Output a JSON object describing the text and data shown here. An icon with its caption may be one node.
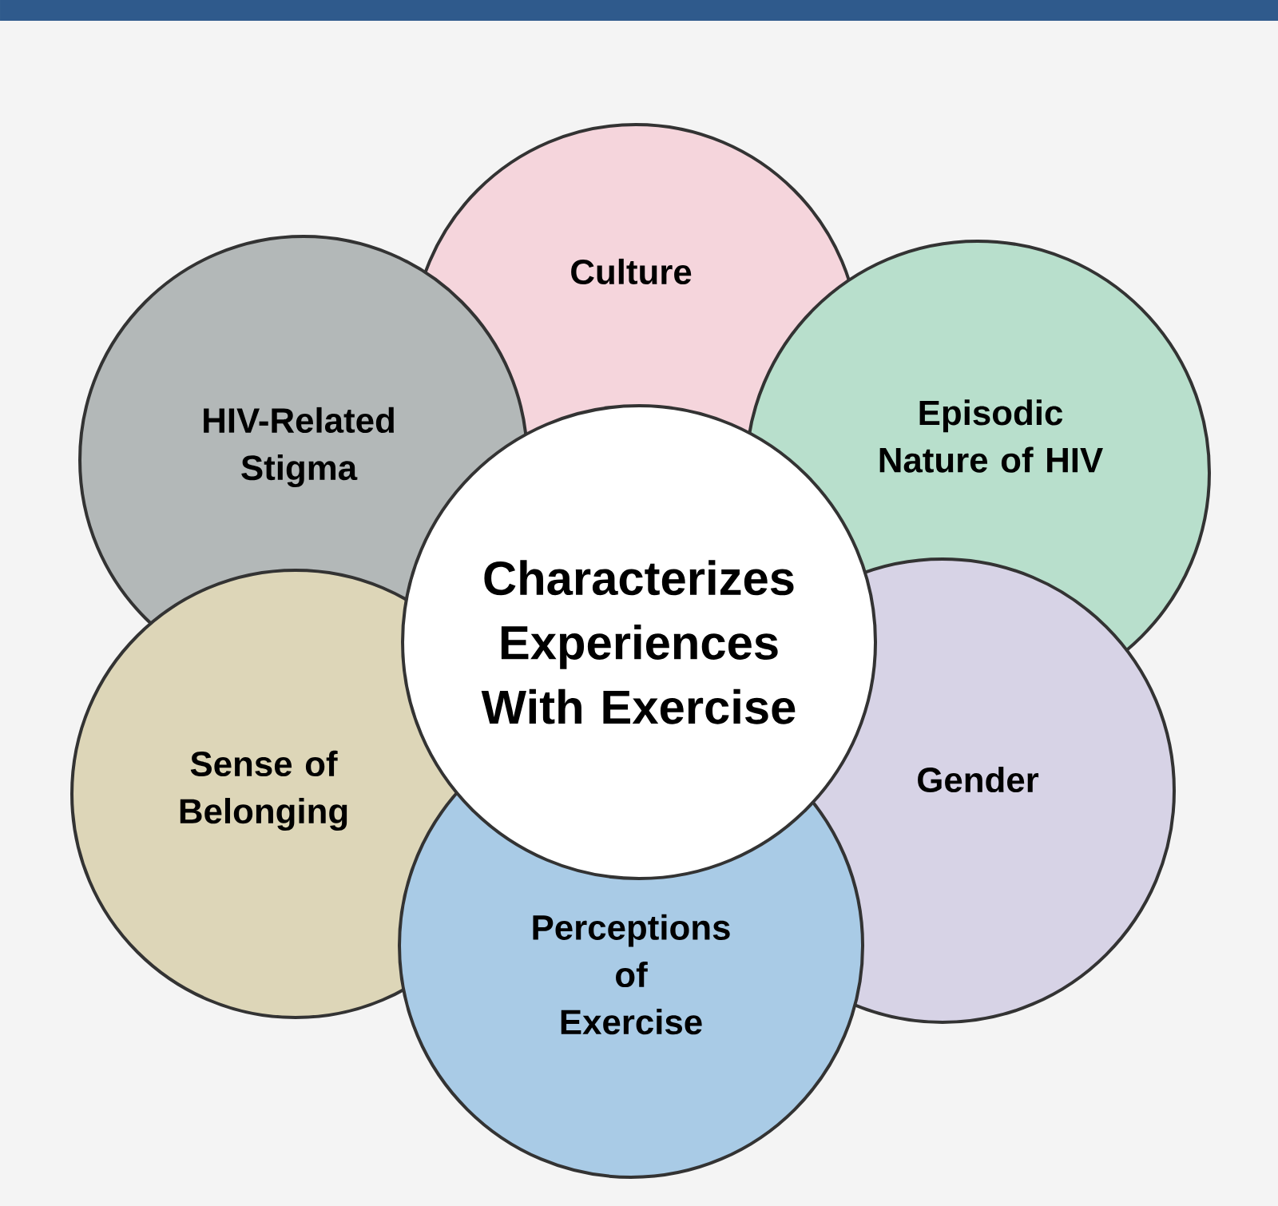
{
  "diagram": {
    "nodes": [
      {
        "text": [
          "Culture"
        ]
      },
      {
        "text": [
          "HIV-Related Stigma"
        ]
      },
      {
        "text": [
          "Episodic Nature of HIV"
        ]
      },
      {
        "text": [
          "Characterizes Experiences With Exercise"
        ]
      },
      {
        "text": [
          "Sense of Belonging"
        ]
      },
      {
        "text": [
          "Gender"
        ]
      },
      {
        "text": [
          "Perceptions of Exercise"
        ]
      }
    ]
  }
}
